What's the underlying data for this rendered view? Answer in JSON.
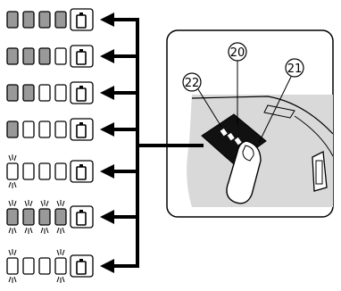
{
  "rows": [
    {
      "leds": [
        "on",
        "on",
        "on",
        "on"
      ],
      "flash": []
    },
    {
      "leds": [
        "on",
        "on",
        "on",
        "off"
      ],
      "flash": []
    },
    {
      "leds": [
        "on",
        "on",
        "off",
        "off"
      ],
      "flash": []
    },
    {
      "leds": [
        "on",
        "off",
        "off",
        "off"
      ],
      "flash": []
    },
    {
      "leds": [
        "off",
        "off",
        "off",
        "off"
      ],
      "flash": [
        0
      ]
    },
    {
      "leds": [
        "on",
        "on",
        "on",
        "on"
      ],
      "flash": [
        0,
        1,
        2,
        3
      ]
    },
    {
      "leds": [
        "off",
        "off",
        "off",
        "off"
      ],
      "flash": [
        0,
        3
      ]
    }
  ],
  "callouts": {
    "c20": "20",
    "c21": "21",
    "c22": "22"
  },
  "colors": {
    "led_on": "#999999",
    "led_off": "#ffffff",
    "stroke": "#000000",
    "device": "#d9d9d9"
  }
}
